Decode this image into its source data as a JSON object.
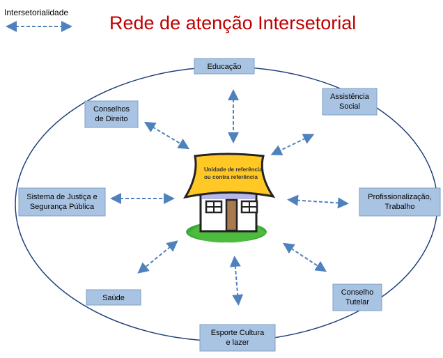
{
  "legend": {
    "label": "Intersetorialidade"
  },
  "title": "Rede de atenção Intersetorial",
  "center": {
    "line1": "Unidade de referência",
    "line2": "ou contra referência"
  },
  "nodes": {
    "educacao": [
      "Educação"
    ],
    "assistencia": [
      "Assistência",
      "Social"
    ],
    "conselhos": [
      "Conselhos",
      "de Direito"
    ],
    "justica": [
      "Sistema de Justiça e",
      "Segurança Pública"
    ],
    "profissionalizacao": [
      "Profissionalização,",
      "Trabalho"
    ],
    "saude": [
      "Saúde"
    ],
    "tutelar": [
      "Conselho",
      "Tutelar"
    ],
    "esporte": [
      "Esporte Cultura",
      "e lazer"
    ]
  },
  "colors": {
    "title": "#c00000",
    "arrow": "#4f81bd",
    "box": "#a9c3e3",
    "ring": "#1f3f7a"
  }
}
